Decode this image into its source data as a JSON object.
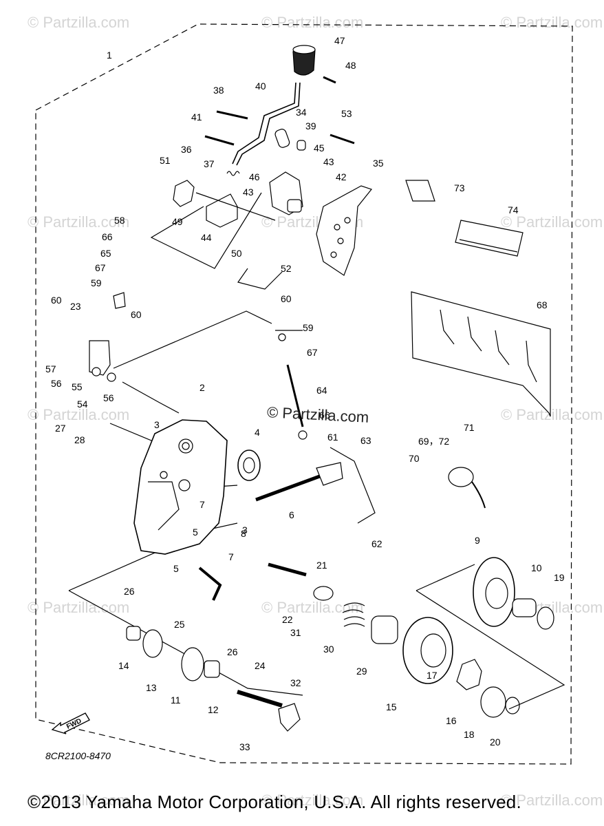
{
  "watermark": "© Partzilla.com",
  "center_watermark": "© Partzilla.com",
  "diagram_code": "8CR2100-8470",
  "fwd_label": "FWD",
  "copyright": "©2013 Yamaha Motor Corporation, U.S.A. All rights reserved.",
  "callouts": [
    {
      "id": "c1",
      "text": "1"
    },
    {
      "id": "c2",
      "text": "2"
    },
    {
      "id": "c3a",
      "text": "3"
    },
    {
      "id": "c3b",
      "text": "3"
    },
    {
      "id": "c4",
      "text": "4"
    },
    {
      "id": "c5a",
      "text": "5"
    },
    {
      "id": "c5b",
      "text": "5"
    },
    {
      "id": "c6",
      "text": "6"
    },
    {
      "id": "c7a",
      "text": "7"
    },
    {
      "id": "c7b",
      "text": "7"
    },
    {
      "id": "c8",
      "text": "8"
    },
    {
      "id": "c9",
      "text": "9"
    },
    {
      "id": "c10",
      "text": "10"
    },
    {
      "id": "c11",
      "text": "11"
    },
    {
      "id": "c12",
      "text": "12"
    },
    {
      "id": "c13",
      "text": "13"
    },
    {
      "id": "c14",
      "text": "14"
    },
    {
      "id": "c15",
      "text": "15"
    },
    {
      "id": "c16",
      "text": "16"
    },
    {
      "id": "c17",
      "text": "17"
    },
    {
      "id": "c18",
      "text": "18"
    },
    {
      "id": "c19",
      "text": "19"
    },
    {
      "id": "c20",
      "text": "20"
    },
    {
      "id": "c21",
      "text": "21"
    },
    {
      "id": "c22",
      "text": "22"
    },
    {
      "id": "c23",
      "text": "23"
    },
    {
      "id": "c24",
      "text": "24"
    },
    {
      "id": "c25",
      "text": "25"
    },
    {
      "id": "c26a",
      "text": "26"
    },
    {
      "id": "c26b",
      "text": "26"
    },
    {
      "id": "c27",
      "text": "27"
    },
    {
      "id": "c28",
      "text": "28"
    },
    {
      "id": "c29",
      "text": "29"
    },
    {
      "id": "c30",
      "text": "30"
    },
    {
      "id": "c31",
      "text": "31"
    },
    {
      "id": "c32",
      "text": "32"
    },
    {
      "id": "c33",
      "text": "33"
    },
    {
      "id": "c34",
      "text": "34"
    },
    {
      "id": "c35",
      "text": "35"
    },
    {
      "id": "c36",
      "text": "36"
    },
    {
      "id": "c37",
      "text": "37"
    },
    {
      "id": "c38",
      "text": "38"
    },
    {
      "id": "c39",
      "text": "39"
    },
    {
      "id": "c40",
      "text": "40"
    },
    {
      "id": "c41",
      "text": "41"
    },
    {
      "id": "c42",
      "text": "42"
    },
    {
      "id": "c43a",
      "text": "43"
    },
    {
      "id": "c43b",
      "text": "43"
    },
    {
      "id": "c44",
      "text": "44"
    },
    {
      "id": "c45",
      "text": "45"
    },
    {
      "id": "c46",
      "text": "46"
    },
    {
      "id": "c47",
      "text": "47"
    },
    {
      "id": "c48",
      "text": "48"
    },
    {
      "id": "c49",
      "text": "49"
    },
    {
      "id": "c50",
      "text": "50"
    },
    {
      "id": "c51",
      "text": "51"
    },
    {
      "id": "c52",
      "text": "52"
    },
    {
      "id": "c53",
      "text": "53"
    },
    {
      "id": "c54",
      "text": "54"
    },
    {
      "id": "c55",
      "text": "55"
    },
    {
      "id": "c56a",
      "text": "56"
    },
    {
      "id": "c56b",
      "text": "56"
    },
    {
      "id": "c57",
      "text": "57"
    },
    {
      "id": "c58",
      "text": "58"
    },
    {
      "id": "c59a",
      "text": "59"
    },
    {
      "id": "c59b",
      "text": "59"
    },
    {
      "id": "c60a",
      "text": "60"
    },
    {
      "id": "c60b",
      "text": "60"
    },
    {
      "id": "c60c",
      "text": "60"
    },
    {
      "id": "c61",
      "text": "61"
    },
    {
      "id": "c62",
      "text": "62"
    },
    {
      "id": "c63",
      "text": "63"
    },
    {
      "id": "c64",
      "text": "64"
    },
    {
      "id": "c65",
      "text": "65"
    },
    {
      "id": "c66a",
      "text": "66"
    },
    {
      "id": "c66b",
      "text": "66"
    },
    {
      "id": "c67a",
      "text": "67"
    },
    {
      "id": "c67b",
      "text": "67"
    },
    {
      "id": "c68",
      "text": "68"
    },
    {
      "id": "c69",
      "text": "69，72"
    },
    {
      "id": "c70",
      "text": "70"
    },
    {
      "id": "c71",
      "text": "71"
    },
    {
      "id": "c73",
      "text": "73"
    },
    {
      "id": "c74",
      "text": "74"
    }
  ]
}
